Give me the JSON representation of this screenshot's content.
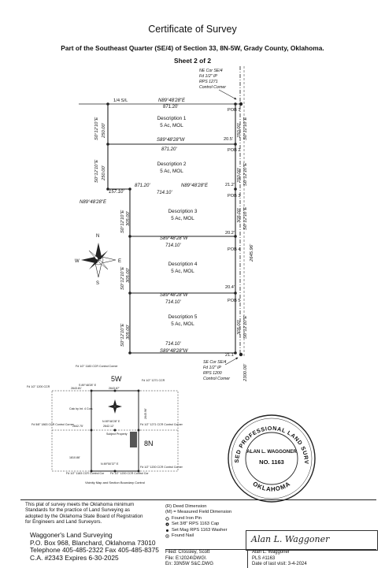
{
  "header": {
    "title": "Certificate of Survey",
    "subtitle": "Part of the Southeast Quarter (SE/4) of Section 33, 8N-5W, Grady County, Oklahoma.",
    "sheet": "Sheet 2 of 2"
  },
  "corner_ne": {
    "line1": "NE Cor SE/4",
    "line2": "Fd 1/2\" IP",
    "line3": "RPS 1271",
    "line4": "Control Corner"
  },
  "corner_se": {
    "line1": "SE Cor SE/4",
    "line2": "Fd 1/2\" IP",
    "line3": "RPS 1200",
    "line4": "Control Corner"
  },
  "plat": {
    "quarter_line": "1/4 S/L",
    "top_bearing": "N89°48'28\"E",
    "top_dist": "871.20'",
    "l1_bearing": "S89°48'28\"W",
    "l1_dist": "871.20'",
    "l2_bearing": "N89°48'28\"E",
    "l2_dist": "871.20'",
    "l2_dist_b": "714.10'",
    "ext_dist": "157.10'",
    "ext_bearing": "N89°48'28\"E",
    "l3_bearing": "S89°48'28\"W",
    "l3_dist": "714.10'",
    "l4_bearing": "S89°48'28\"W",
    "l4_dist": "714.10'",
    "l5_dist": "714.10'",
    "l5_bearing": "S89°48'28\"W",
    "west1_bearing": "S0°12'10\"E",
    "west1_dist": "250.00'",
    "west2_bearing": "S0°12'10\"E",
    "west2_dist": "250.00'",
    "west3_bearing": "S0°12'10\"E",
    "west3_dist": "305.00'",
    "west4_bearing": "S0°12'10\"E",
    "west4_dist": "305.00'",
    "west5_bearing": "S0°12'10\"E",
    "west5_dist": "305.00'",
    "east1_dist": "250.00'",
    "east1_bearing": "S0°12'10\"E",
    "east2_dist": "250.00'",
    "east2_bearing": "S0°12'10\"E",
    "east3_dist": "305.00'",
    "east3_bearing": "S0°12'10\"E",
    "east5_dist": "305.00'",
    "east5_bearing": "S0°12'10\"E",
    "total_dist": "2645.96'",
    "sec_dist": "2300.00'",
    "off1": "20.5'",
    "off2": "21.2'",
    "off3": "20.2'",
    "off4": "20.4'",
    "off5": "21.1'",
    "pob1": "POB 1",
    "pob2": "POB 2",
    "pob3": "POB 3",
    "pob4": "POB 4",
    "pob5": "POB 5"
  },
  "descriptions": [
    {
      "name": "Description 1",
      "area": "5 Ac, MOL"
    },
    {
      "name": "Description 2",
      "area": "5 Ac, MOL"
    },
    {
      "name": "Description 3",
      "area": "5 Ac, MOL"
    },
    {
      "name": "Description 4",
      "area": "5 Ac, MOL"
    },
    {
      "name": "Description 5",
      "area": "5 Ac, MOL"
    }
  ],
  "compass": {
    "n": "N",
    "s": "S",
    "e": "E",
    "w": "W"
  },
  "vicinity": {
    "range_label": "5W",
    "town_label": "8N",
    "caption": "Vicinity Map and Section Boundary Control",
    "subject": "Subject Property",
    "c1": "Fd 1/2\" 1183 CCR Control Corner",
    "c2": "Fd 1/2\" 1271 CCR",
    "c3": "Fd 1/2\" 1200 CCR",
    "c4": "Fd 1/2\" 1271 CCR Control Corner",
    "c5": "Fd 5/8\" 1863 CCR Control Corner",
    "c6": "Calc by Int. 4 Cors",
    "c7": "Fd 1/2\" 1183 CCR Control Cor",
    "c8": "Fd 1/2\" 1200 CCR Control Corner",
    "c9": "Fd 1/2\" 1200 CCR Control Cor",
    "d1": "2643.81'",
    "d2": "2643.87'",
    "d3": "2645.96'",
    "d4": "2642.12'",
    "d5": "2642.75'",
    "d6": "1810.88'",
    "b1": "S 89°48'28\" E",
    "b2": "N 89°48'28\" E",
    "b3": "N 89°50'37\" E"
  },
  "seal": {
    "outer_top": "LICENSED PROFESSIONAL LAND SURVEYOR",
    "name": "ALAN L. WAGGONER",
    "number": "NO. 1163",
    "state": "OKLAHOMA"
  },
  "footer": {
    "note_lines": [
      "This plat of survey meets the Oklahoma minimum",
      "Standards for the practice of Land Surveying as",
      "adopted by the Oklahoma State Board of Registration",
      "for Engineers and Land Surveyors."
    ],
    "company_lines": [
      "Waggoner's Land Surveying",
      "P.O. Box 968, Blanchard, Oklahoma 73010",
      "Telephone 405-485-2322  Fax 405-485-8375",
      "C.A. #2343 Expires 6-30-2025"
    ],
    "legend": [
      {
        "icon": "deed",
        "text": "(R) Deed Dimension"
      },
      {
        "icon": "measured",
        "text": "(M) = Measured Field Dimension"
      },
      {
        "icon": "circle-open",
        "text": "Found Iron Pin"
      },
      {
        "icon": "circle-half",
        "text": "Set 3/8\" RPS 1163 Cap"
      },
      {
        "icon": "dot",
        "text": "Set Mag RPS 1163 Washer"
      },
      {
        "icon": "circle-x",
        "text": "Found Nail"
      }
    ],
    "signature": "Alan L. Waggoner",
    "filed": "Filed: Crossley, Scott",
    "file_path": "File: E:\\2024\\DWG\\",
    "file_name": "En: 33N5W S&C.DWG",
    "surveyor": "Alan L. Waggoner",
    "pls": "PLS #1163",
    "last_visit": "Date of last visit: 3-4-2024"
  }
}
